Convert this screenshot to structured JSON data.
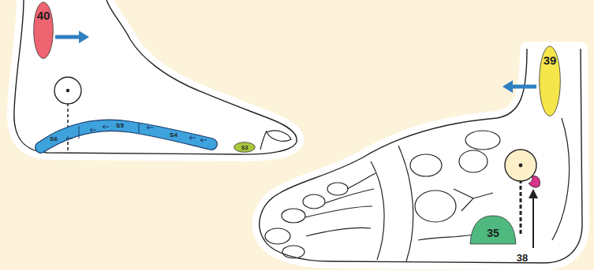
{
  "diagram": {
    "nodes": [
      {
        "text": [
          "40"
        ]
      },
      {
        "text": [
          "S6",
          "S5",
          "S4"
        ]
      },
      {
        "text": [
          "S3"
        ]
      },
      {
        "text": [
          "39"
        ]
      },
      {
        "text": [
          "35"
        ]
      }
    ],
    "labels": [
      "38"
    ]
  }
}
